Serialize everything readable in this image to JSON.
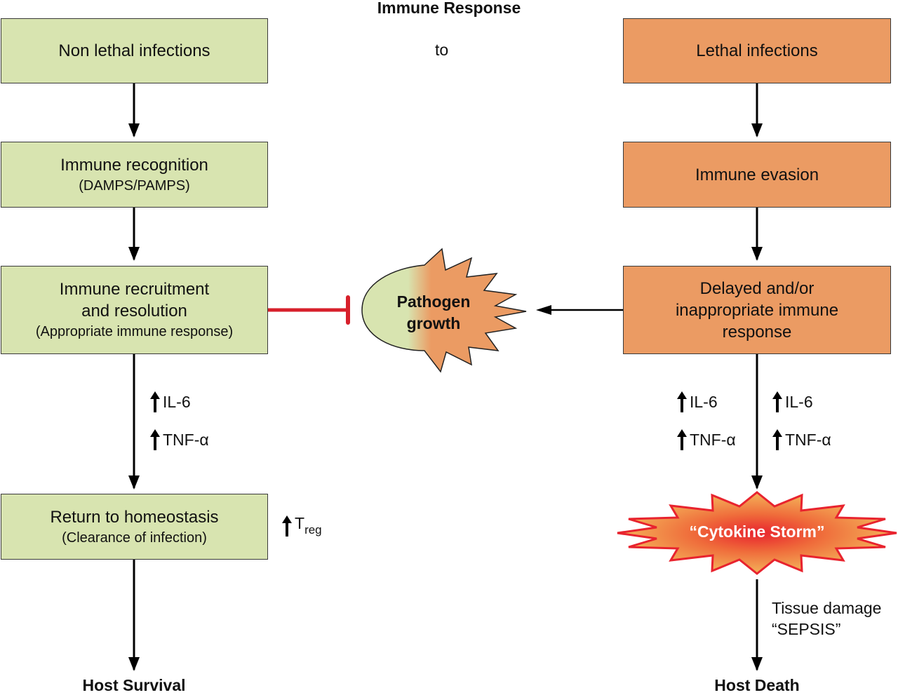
{
  "header": {
    "title": "Immune Response",
    "connector": "to"
  },
  "colors": {
    "nonlethal_fill": "#d8e4b0",
    "lethal_fill": "#eb9b63",
    "inhibitor_red": "#d7202b",
    "arrow_black": "#000000"
  },
  "left_column": {
    "boxes": [
      {
        "main": "Non lethal infections",
        "sub": ""
      },
      {
        "main": "Immune recognition",
        "sub": "(DAMPS/PAMPS)"
      },
      {
        "main": "Immune recruitment",
        "main2": "and resolution",
        "sub": "(Appropriate immune response)"
      },
      {
        "main": "Return to homeostasis",
        "sub": "(Clearance of infection)"
      }
    ],
    "cytokines": [
      "IL-6",
      "TNF-α"
    ],
    "treg": {
      "base": "T",
      "subscript": "reg"
    },
    "outcome": "Host Survival"
  },
  "center": {
    "pathogen_line1": "Pathogen",
    "pathogen_line2": "growth"
  },
  "right_column": {
    "boxes": [
      {
        "main": "Lethal infections"
      },
      {
        "main": "Immune evasion"
      },
      {
        "main": "Delayed and/or",
        "main2": "inappropriate immune",
        "main3": "response"
      }
    ],
    "cytokines_left": [
      "IL-6",
      "TNF-α"
    ],
    "cytokines_right": [
      "IL-6",
      "TNF-α"
    ],
    "storm_label": "“Cytokine Storm”",
    "damage_line1": "Tissue damage",
    "damage_line2": "“SEPSIS”",
    "outcome": "Host Death"
  }
}
